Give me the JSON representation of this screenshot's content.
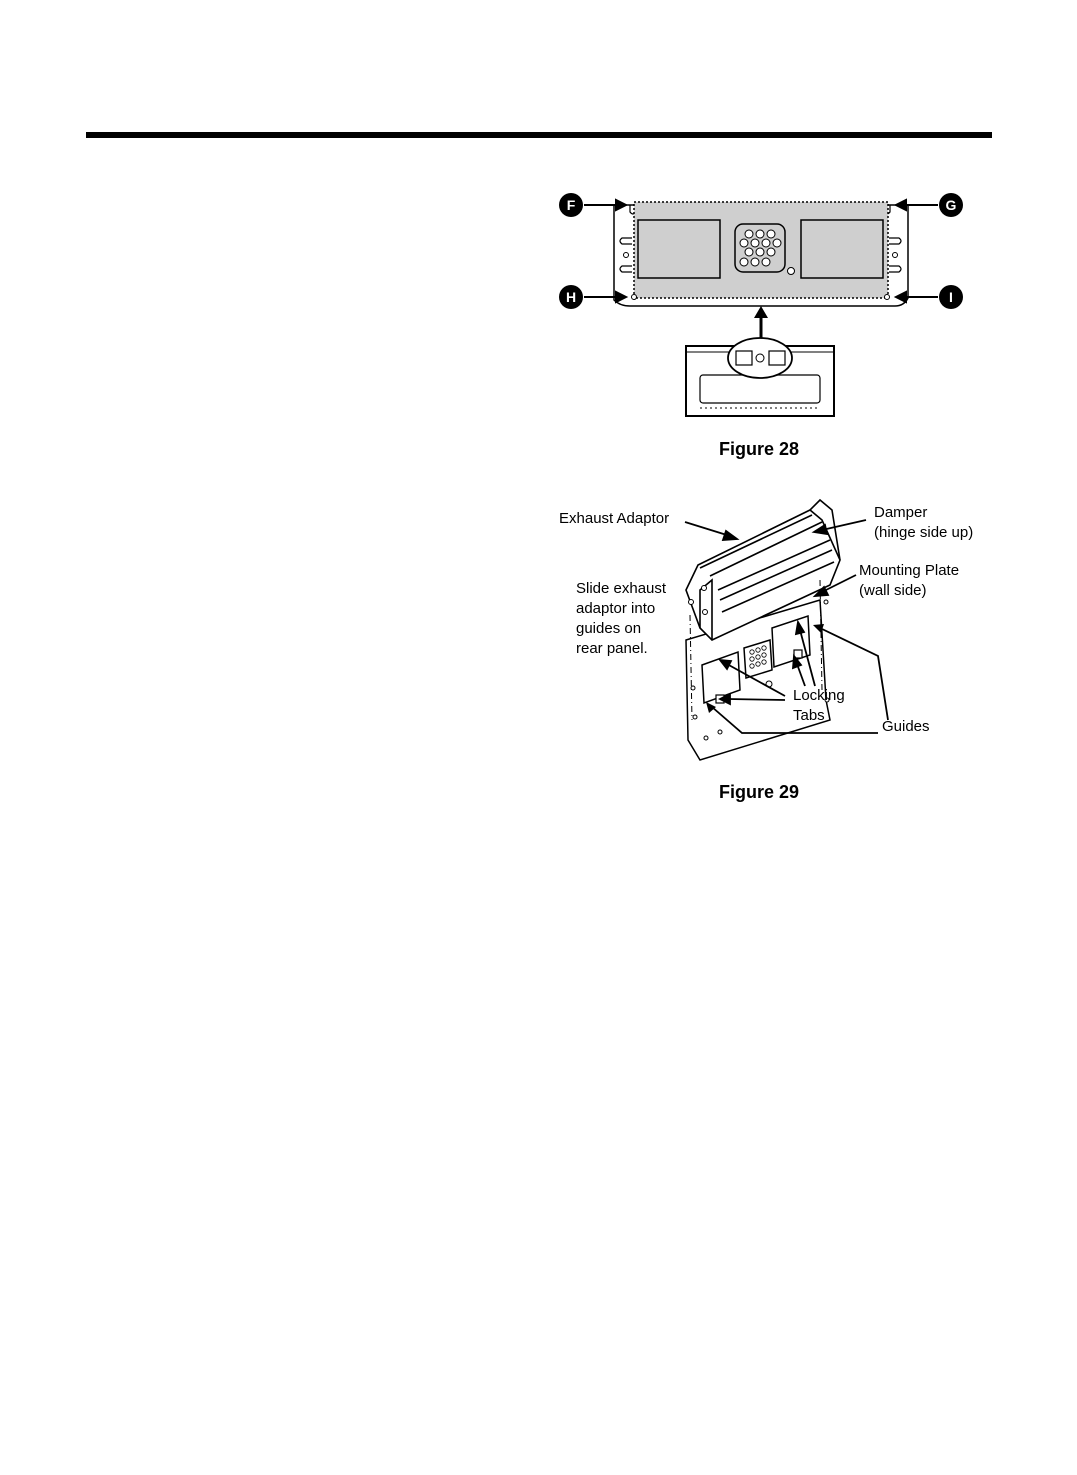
{
  "figure28": {
    "caption": "Figure 28",
    "callouts": [
      "F",
      "G",
      "H",
      "I"
    ]
  },
  "figure29": {
    "caption": "Figure 29",
    "labels": {
      "exhaust_adaptor": "Exhaust Adaptor",
      "damper_line1": "Damper",
      "damper_line2": "(hinge side up)",
      "mounting_line1": "Mounting Plate",
      "mounting_line2": "(wall side)",
      "slide_line1": "Slide exhaust",
      "slide_line2": "adaptor into",
      "slide_line3": "guides on",
      "slide_line4": "rear panel.",
      "locking_line1": "Locking",
      "locking_line2": "Tabs",
      "guides": "Guides"
    }
  }
}
